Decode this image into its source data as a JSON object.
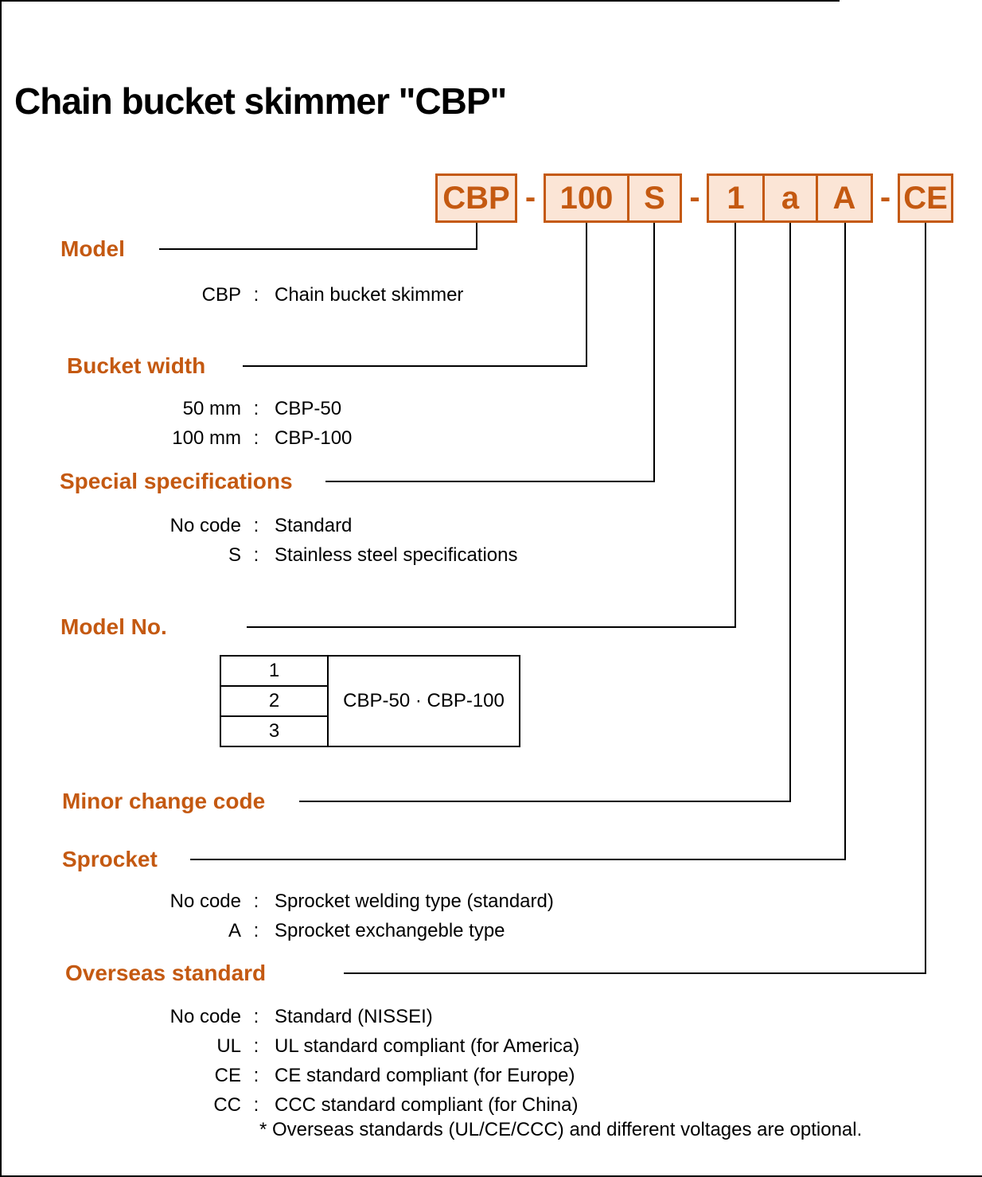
{
  "title": "Chain bucket skimmer \"CBP\"",
  "colon": ":",
  "code": {
    "separator": "-",
    "segments": [
      "CBP",
      "100",
      "S",
      "1",
      "a",
      "A",
      "CE"
    ]
  },
  "sections": {
    "model": {
      "label": "Model",
      "rows": [
        {
          "key": "CBP",
          "value": "Chain bucket skimmer"
        }
      ]
    },
    "bucket_width": {
      "label": "Bucket width",
      "rows": [
        {
          "key": "50 mm",
          "value": "CBP-50"
        },
        {
          "key": "100 mm",
          "value": "CBP-100"
        }
      ]
    },
    "special_specifications": {
      "label": "Special specifications",
      "rows": [
        {
          "key": "No code",
          "value": "Standard"
        },
        {
          "key": "S",
          "value": "Stainless steel specifications"
        }
      ]
    },
    "model_no": {
      "label": "Model No.",
      "table": {
        "numbers": [
          "1",
          "2",
          "3"
        ],
        "models": "CBP-50 · CBP-100"
      }
    },
    "minor_change_code": {
      "label": "Minor change code"
    },
    "sprocket": {
      "label": "Sprocket",
      "rows": [
        {
          "key": "No code",
          "value": "Sprocket welding type (standard)"
        },
        {
          "key": "A",
          "value": "Sprocket exchangeble type"
        }
      ]
    },
    "overseas_standard": {
      "label": "Overseas standard",
      "rows": [
        {
          "key": "No code",
          "value": "Standard (NISSEI)"
        },
        {
          "key": "UL",
          "value": "UL standard compliant (for America)"
        },
        {
          "key": "CE",
          "value": "CE standard compliant (for Europe)"
        },
        {
          "key": "CC",
          "value": "CCC standard compliant (for China)"
        }
      ],
      "footnote": "* Overseas standards (UL/CE/CCC) and different voltages are optional."
    }
  },
  "colors": {
    "accent": "#C45911",
    "box_fill": "#FBE5D6",
    "line": "#000000"
  }
}
